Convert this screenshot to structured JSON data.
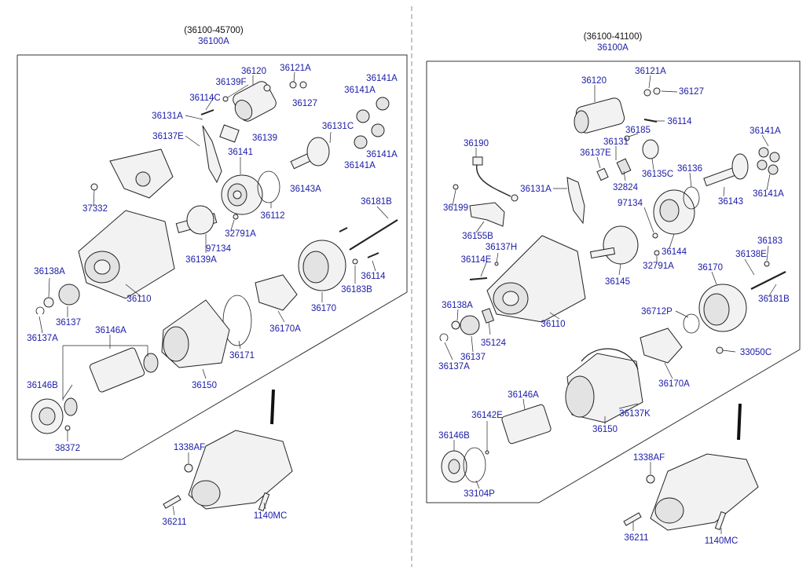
{
  "left": {
    "header_code": "(36100-45700)",
    "assembly_label": "36100A",
    "labels": {
      "l36120": "36120",
      "l36121A": "36121A",
      "l36139F": "36139F",
      "l36127": "36127",
      "l36114C": "36114C",
      "l36141A_1": "36141A",
      "l36141A_2": "36141A",
      "l36131A": "36131A",
      "l36131C": "36131C",
      "l36137E": "36137E",
      "l36139": "36139",
      "l36141": "36141",
      "l36141A_3": "36141A",
      "l36141A_4": "36141A",
      "l36143A": "36143A",
      "l37332": "37332",
      "l36112": "36112",
      "l36181B": "36181B",
      "l32791A": "32791A",
      "l97134": "97134",
      "l36139A": "36139A",
      "l36138A": "36138A",
      "l36114": "36114",
      "l36183B": "36183B",
      "l36110": "36110",
      "l36170": "36170",
      "l36137": "36137",
      "l36137A": "36137A",
      "l36146A": "36146A",
      "l36170A": "36170A",
      "l36171": "36171",
      "l36146B": "36146B",
      "l36150": "36150",
      "l38372": "38372",
      "l1338AF": "1338AF",
      "l36211": "36211",
      "l1140MC": "1140MC"
    }
  },
  "right": {
    "header_code": "(36100-41100)",
    "assembly_label": "36100A",
    "labels": {
      "r36120": "36120",
      "r36121A": "36121A",
      "r36127": "36127",
      "r36114": "36114",
      "r36190": "36190",
      "r36185": "36185",
      "r36131": "36131",
      "r36137E": "36137E",
      "r36141A_1": "36141A",
      "r36135C": "36135C",
      "r36136": "36136",
      "r36131A": "36131A",
      "r32824": "32824",
      "r36199": "36199",
      "r97134": "97134",
      "r36143": "36143",
      "r36141A_2": "36141A",
      "r36155B": "36155B",
      "r36137H": "36137H",
      "r36183": "36183",
      "r36114E": "36114E",
      "r36144": "36144",
      "r36138E": "36138E",
      "r36145": "36145",
      "r32791A": "32791A",
      "r36170": "36170",
      "r36181B": "36181B",
      "r36138A": "36138A",
      "r36110": "36110",
      "r36712P": "36712P",
      "r35124": "35124",
      "r36137A": "36137A",
      "r36137": "36137",
      "r33050C": "33050C",
      "r36170A": "36170A",
      "r36146A": "36146A",
      "r36137K": "36137K",
      "r36142E": "36142E",
      "r36150": "36150",
      "r36146B": "36146B",
      "r33104P": "33104P",
      "r1338AF": "1338AF",
      "r36211": "36211",
      "r1140MC": "1140MC"
    }
  }
}
